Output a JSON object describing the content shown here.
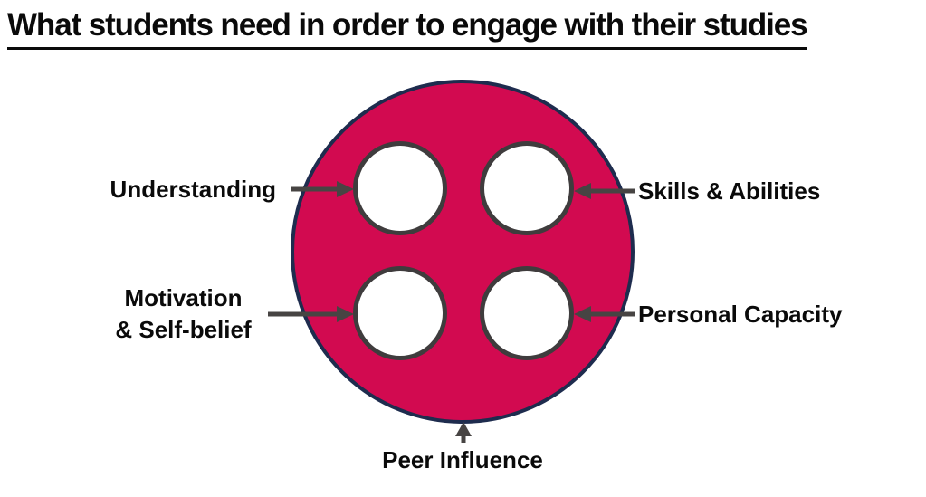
{
  "title": "What students need in order to engage with their studies",
  "diagram": {
    "labels": {
      "understanding": "Understanding",
      "skills_abilities": "Skills & Abilities",
      "motivation_self_belief": "Motivation\n& Self-belief",
      "personal_capacity": "Personal Capacity",
      "peer_influence": "Peer Influence"
    },
    "colors": {
      "main_circle_fill": "#D20A50",
      "main_circle_border": "#1E2C4E",
      "inner_circle_fill": "#FFFFFF",
      "inner_circle_border": "#3F3C3D",
      "arrow": "#474443",
      "text": "#0A0A0A"
    }
  }
}
